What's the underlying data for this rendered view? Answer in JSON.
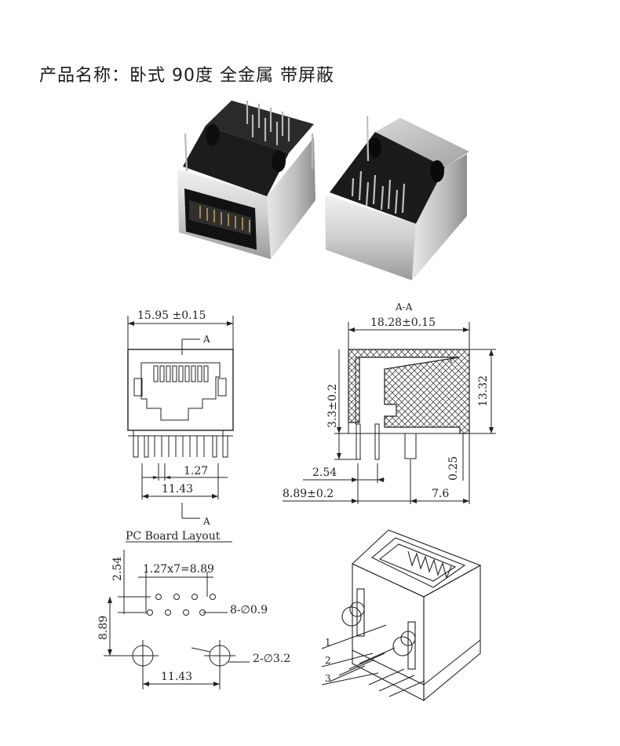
{
  "title": "产品名称：卧式 90度 全金属 带屏蔽",
  "front_view": {
    "width_dim": "15.95 ±0.15",
    "section_mark": "A",
    "pitch_dim": "1.27",
    "span_dim": "11.43"
  },
  "section_view": {
    "label": "A-A",
    "length_dim": "18.28±0.15",
    "height_dim": "13.32",
    "pin_height_dim": "3.3±0.2",
    "standoff_dim": "0.25",
    "row_dim": "2.54",
    "pin_to_post_dim": "8.89±0.2",
    "post_to_front_dim": "7.6"
  },
  "pcb_layout": {
    "label": "PC Board Layout",
    "row_offset_dim": "2.54",
    "pitch_dim": "1.27x7=8.89",
    "hole_note": "8-∅0.9",
    "depth_dim": "8.89",
    "post_note": "2-∅3.2",
    "post_span_dim": "11.43"
  },
  "iso_view": {
    "callouts": [
      "1",
      "2",
      "3"
    ]
  }
}
